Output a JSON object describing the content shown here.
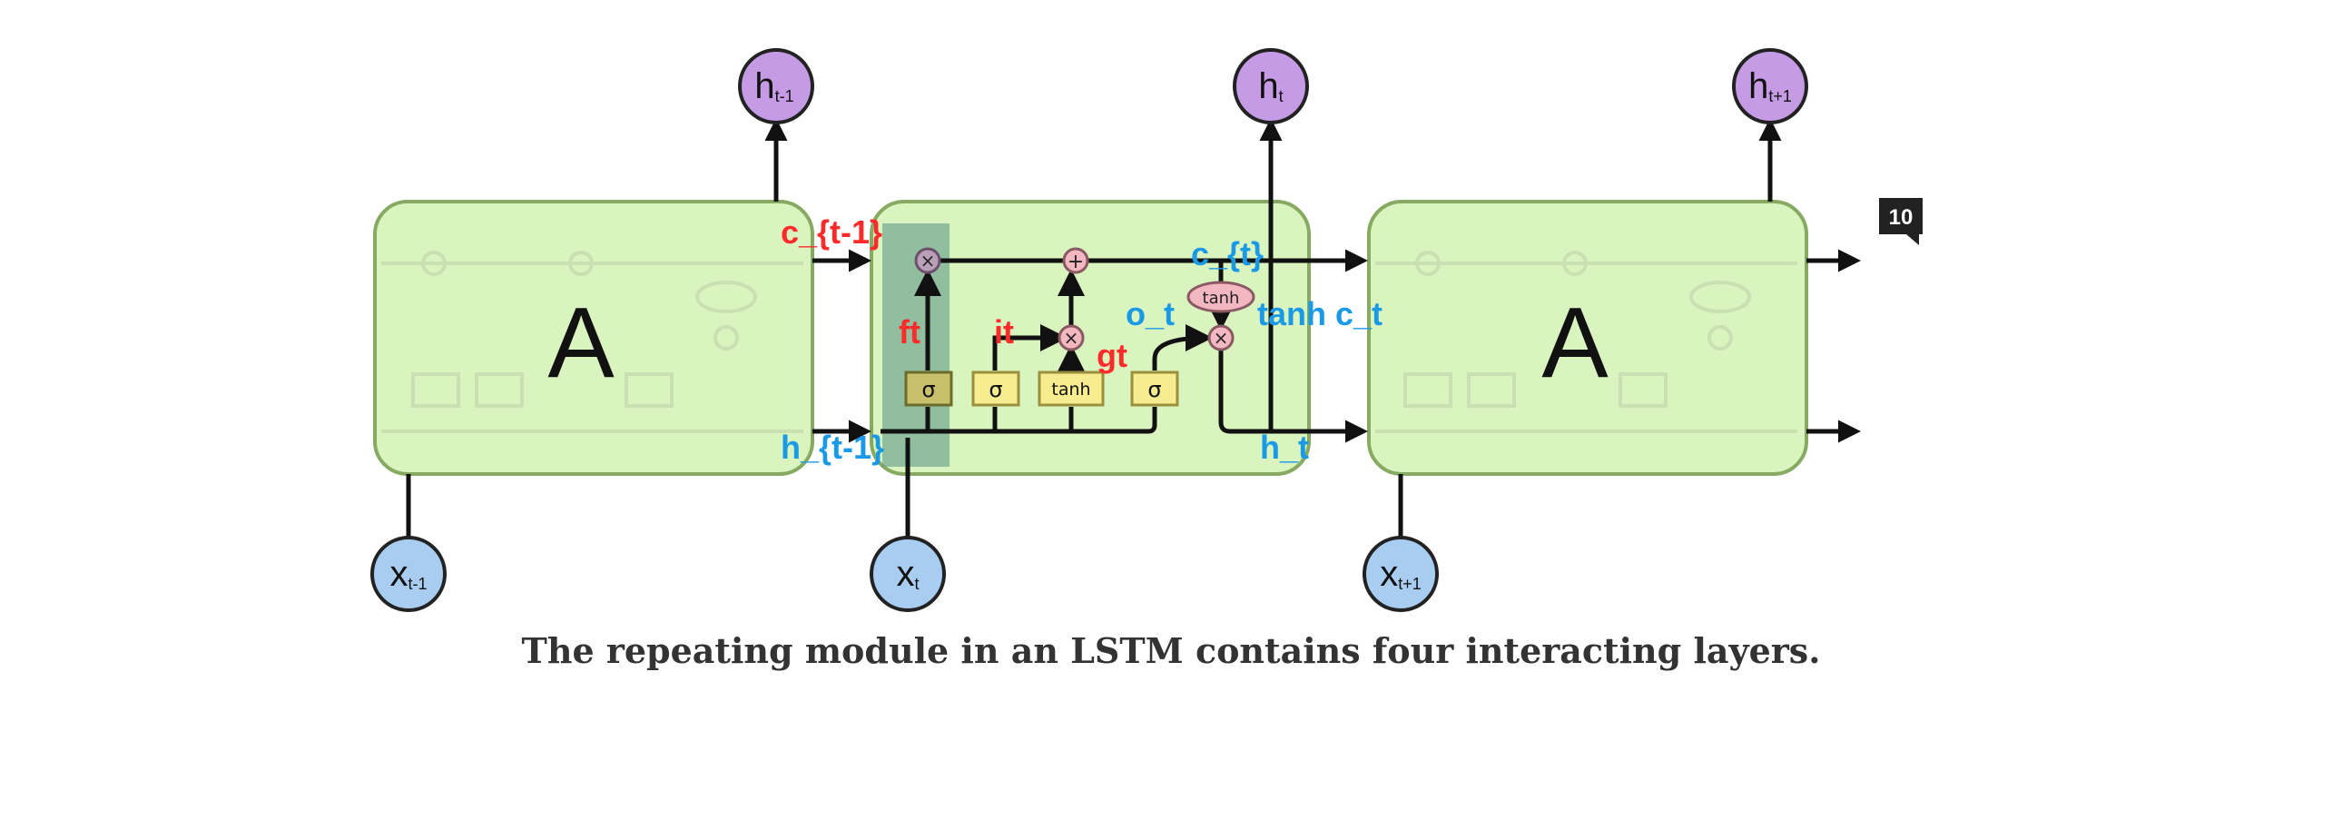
{
  "modules": [
    {
      "id": "prev",
      "label": "A",
      "input": {
        "main": "x",
        "sub": "t-1"
      },
      "output": {
        "main": "h",
        "sub": "t-1"
      }
    },
    {
      "id": "curr",
      "label": "",
      "input": {
        "main": "x",
        "sub": "t"
      },
      "output": {
        "main": "h",
        "sub": "t"
      }
    },
    {
      "id": "next",
      "label": "A",
      "input": {
        "main": "x",
        "sub": "t+1"
      },
      "output": {
        "main": "h",
        "sub": "t+1"
      }
    }
  ],
  "gates": {
    "sigma": "σ",
    "tanh": "tanh",
    "multiply": "×",
    "add": "+"
  },
  "annotations": {
    "c_prev": "c_{t-1}",
    "h_prev": "h_{t-1}",
    "ft": "ft",
    "it": "it",
    "gt": "gt",
    "o_t": "o_t",
    "c_t": "c_{t}",
    "tanh_ct": "tanh c_t",
    "h_t": "h_t"
  },
  "colors": {
    "cell_fill": "#d9f4bf",
    "cell_stroke": "#87aa63",
    "gate_yellow": "#f7ec8f",
    "op_pink": "#f3b7c2",
    "input_blue": "#a8cdf0",
    "output_purple": "#c59be6",
    "annot_red": "#ff2a2a",
    "annot_blue": "#1a9ae6",
    "highlight": "#5f9a8a"
  },
  "badge": "10",
  "caption": "The repeating module in an LSTM contains four interacting layers."
}
